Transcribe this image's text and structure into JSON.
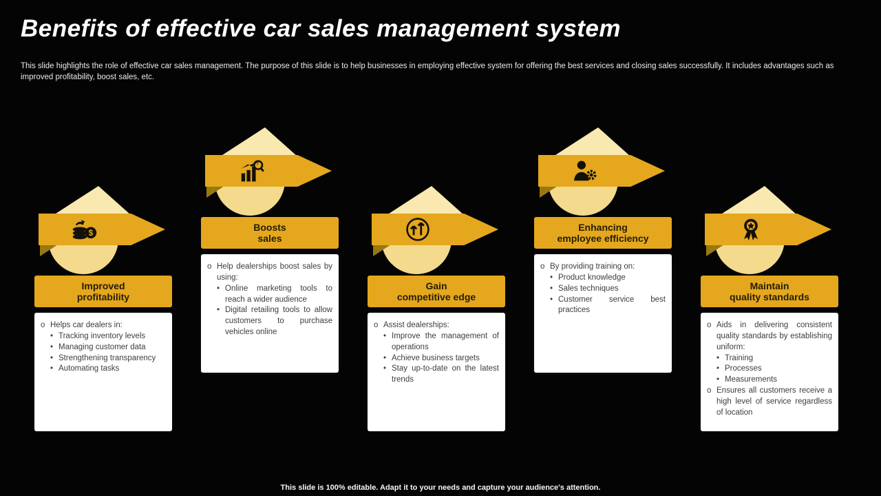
{
  "slide": {
    "title": "Benefits of effective car sales management system",
    "description": "This slide highlights the role of effective car sales management. The purpose of this slide is to help businesses in employing effective system for offering the best services and closing sales successfully. It includes advantages such as improved profitability, boost sales, etc.",
    "footer": "This slide is 100% editable. Adapt it to your needs and capture your audience's attention.",
    "colors": {
      "background": "#040404",
      "gold": "#E4A71E",
      "gold_dark": "#9A7810",
      "cream": "#F3DA8C",
      "cream_light": "#F9E9B0",
      "card": "#FFFFFF",
      "text_dark": "#3D3D3D"
    }
  },
  "columns": [
    {
      "id": "improved-profitability",
      "title_line1": "Improved",
      "title_line2": "profitability",
      "icon": "coins-icon",
      "bullets": [
        {
          "level": 0,
          "text": "Helps car dealers in:"
        },
        {
          "level": 1,
          "text": "Tracking inventory levels"
        },
        {
          "level": 1,
          "text": "Managing customer data"
        },
        {
          "level": 1,
          "text": "Strengthening transparency"
        },
        {
          "level": 1,
          "text": "Automating tasks"
        }
      ]
    },
    {
      "id": "boosts-sales",
      "title_line1": "Boosts",
      "title_line2": "sales",
      "icon": "sales-analysis-icon",
      "bullets": [
        {
          "level": 0,
          "text": "Help dealerships boost sales by using:"
        },
        {
          "level": 1,
          "text": "Online marketing tools to reach a wider audience"
        },
        {
          "level": 1,
          "text": "Digital retailing tools to allow customers to purchase vehicles online"
        }
      ]
    },
    {
      "id": "gain-competitive-edge",
      "title_line1": "Gain",
      "title_line2": "competitive edge",
      "icon": "growth-arrows-icon",
      "bullets": [
        {
          "level": 0,
          "text": "Assist dealerships:"
        },
        {
          "level": 1,
          "text": "Improve the management of operations"
        },
        {
          "level": 1,
          "text": "Achieve business targets"
        },
        {
          "level": 1,
          "text": "Stay up-to-date on the latest trends"
        }
      ]
    },
    {
      "id": "enhancing-employee-efficiency",
      "title_line1": "Enhancing",
      "title_line2": "employee efficiency",
      "icon": "employee-gear-icon",
      "bullets": [
        {
          "level": 0,
          "text": "By providing training on:"
        },
        {
          "level": 1,
          "text": "Product knowledge"
        },
        {
          "level": 1,
          "text": "Sales techniques"
        },
        {
          "level": 1,
          "text": "Customer service best practices"
        }
      ]
    },
    {
      "id": "maintain-quality-standards",
      "title_line1": "Maintain",
      "title_line2": "quality standards",
      "icon": "award-badge-icon",
      "bullets": [
        {
          "level": 0,
          "text": "Aids in delivering consistent quality standards by establishing uniform:"
        },
        {
          "level": 1,
          "text": "Training"
        },
        {
          "level": 1,
          "text": "Processes"
        },
        {
          "level": 1,
          "text": "Measurements"
        },
        {
          "level": 0,
          "text": "Ensures all customers receive a high level of service regardless of location"
        }
      ]
    }
  ]
}
